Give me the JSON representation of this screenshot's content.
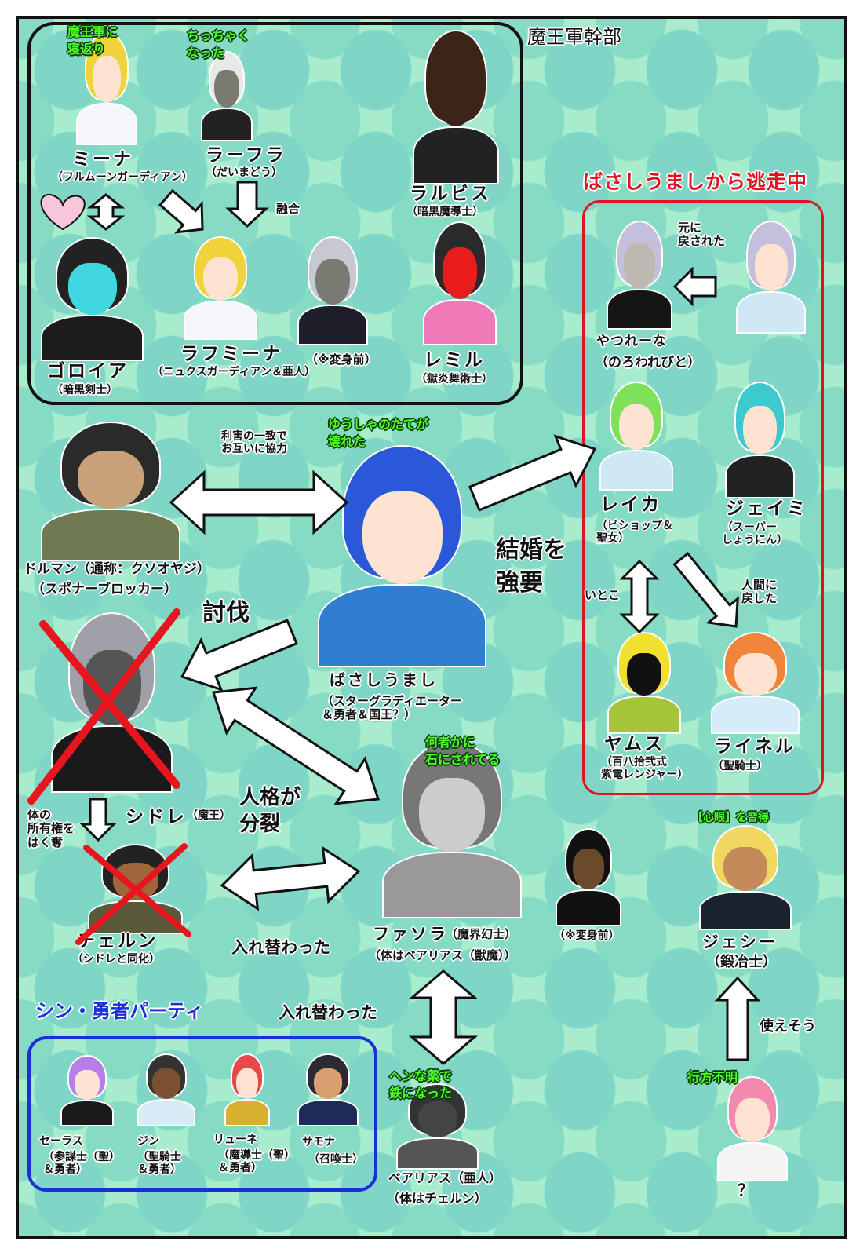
{
  "sections": {
    "demon_army_title": "魔王軍幹部",
    "fleeing_title": "ばさしうましから逃走中",
    "party_title": "シン・勇者パーティ"
  },
  "characters": {
    "mina": {
      "name": "ミーナ",
      "role": "（フルムーンガーディアン）",
      "note": "魔王軍に\n寝返り"
    },
    "rafura": {
      "name": "ラーフラ",
      "role": "（だいまどう）",
      "note": "ちっちゃく\nなった"
    },
    "rarubisu": {
      "name": "ラルビス",
      "role": "（暗黒魔導士）"
    },
    "goroia": {
      "name": "ゴロイア",
      "role": "（暗黒剣士）"
    },
    "rafumina": {
      "name": "ラフミーナ",
      "role": "（ニュクスガーディアン＆亜人）"
    },
    "before_transform_1": {
      "role": "（※変身前）"
    },
    "remiru": {
      "name": "レミル",
      "role": "（獄炎舞術士）"
    },
    "yatsurena": {
      "name": "やつれーな",
      "role": "（のろわれびと）"
    },
    "reika": {
      "name": "レイカ",
      "role": "（ビショップ＆\n聖女）"
    },
    "jeimi": {
      "name": "ジェイミ",
      "role": "（スーパー\nしょうにん）"
    },
    "yamusu": {
      "name": "ヤムス",
      "role": "（百八拾弐式\n紫電レンジャー）"
    },
    "raineru": {
      "name": "ライネル",
      "role": "（聖騎士）"
    },
    "doruman": {
      "name": "ドルマン（通称：クソオヤジ）",
      "role": "（スポナーブロッカー）"
    },
    "basashi": {
      "name": "ばさしうまし",
      "role": "（スターグラディエーター\n＆勇者＆国王？）",
      "note": "ゆうしゃのたてが\n壊れた"
    },
    "shidore": {
      "name": "シドレ",
      "role": "（魔王）"
    },
    "cherun": {
      "name": "チェルン",
      "role": "（シドレと同化）"
    },
    "fasora": {
      "name": "ファソラ",
      "role": "（魔界幻士）",
      "body": "（体はベアリアス（獣魔））",
      "note": "何者かに\n石にされてる"
    },
    "bear": {
      "role": "（※変身前）"
    },
    "jesshi": {
      "name": "ジェシー",
      "role": "（鍛冶士）",
      "note": "【心眼】を習得"
    },
    "unknown": {
      "name": "？",
      "note": "行方不明"
    },
    "bearias": {
      "name": "ベアリアス（亜人）",
      "role": "（体はチェルン）",
      "note": "ヘンな薬で\n鉄になった"
    },
    "serasu": {
      "name": "セーラス",
      "role": "（参謀士（聖）\n＆勇者）"
    },
    "jin": {
      "name": "ジン",
      "role": "（聖騎士\n＆勇者）"
    },
    "ryune": {
      "name": "リューネ",
      "role": "（魔導士（聖）\n＆勇者）"
    },
    "samona": {
      "name": "サモナ",
      "role": "（召喚士）"
    }
  },
  "relations": {
    "fusion": "融合",
    "restored": "元に\n戻された",
    "cousin": "いとこ",
    "returned_human": "人間に\n戻した",
    "cooperation": "利害の一致で\nお互いに協力",
    "forced_marriage": "結婚を\n強要",
    "subjugation": "討伐",
    "ownership_stripped": "体の\n所有権を\nはく奪",
    "split_personality": "人格が\n分裂",
    "swapped_1": "入れ替わった",
    "swapped_2": "入れ替わった",
    "usable": "使えそう"
  },
  "colors": {
    "background": "#a6eccd",
    "bubble": "#7fd6c6",
    "demon_box": "#111111",
    "fleeing": "#e0141e",
    "party": "#1a2fd6",
    "note_green": "#4dff2a",
    "cross_red": "#e8141e"
  }
}
